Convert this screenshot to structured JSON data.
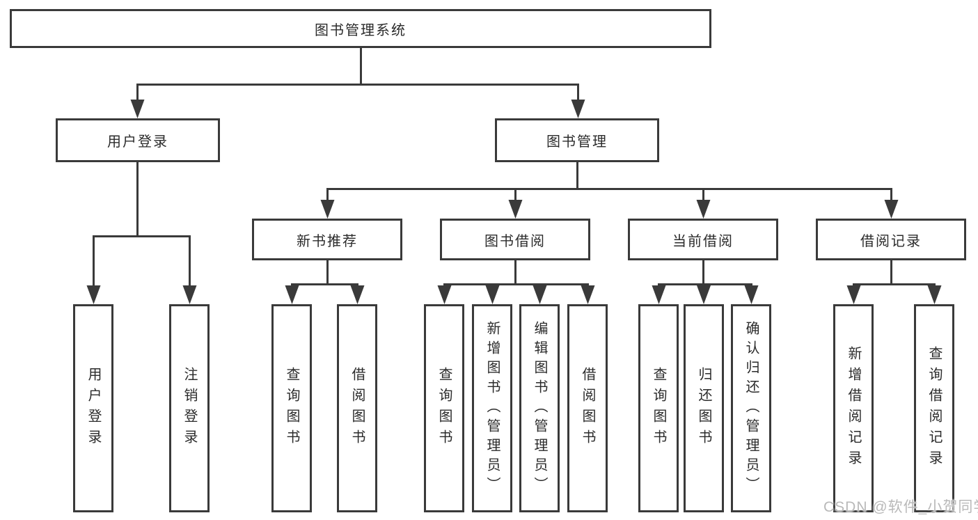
{
  "tree": {
    "label": "图书管理系统",
    "children": [
      {
        "label": "用户登录",
        "children": [
          {
            "label": "用户登录"
          },
          {
            "label": "注销登录"
          }
        ]
      },
      {
        "label": "图书管理",
        "children": [
          {
            "label": "新书推荐",
            "children": [
              {
                "label": "查询图书"
              },
              {
                "label": "借阅图书"
              }
            ]
          },
          {
            "label": "图书借阅",
            "children": [
              {
                "label": "查询图书"
              },
              {
                "label": "新增图书（管理员）"
              },
              {
                "label": "编辑图书（管理员）"
              },
              {
                "label": "借阅图书"
              }
            ]
          },
          {
            "label": "当前借阅",
            "children": [
              {
                "label": "查询图书"
              },
              {
                "label": "归还图书"
              },
              {
                "label": "确认归还（管理员）"
              }
            ]
          },
          {
            "label": "借阅记录",
            "children": [
              {
                "label": "新增借阅记录"
              },
              {
                "label": "查询借阅记录"
              }
            ]
          }
        ]
      }
    ]
  },
  "watermark": "CSDN @软件_小贺同学",
  "colors": {
    "line": "#3a3a3a",
    "text": "#2b2b2b",
    "watermark": "#b9b9b9",
    "background": "#ffffff"
  }
}
